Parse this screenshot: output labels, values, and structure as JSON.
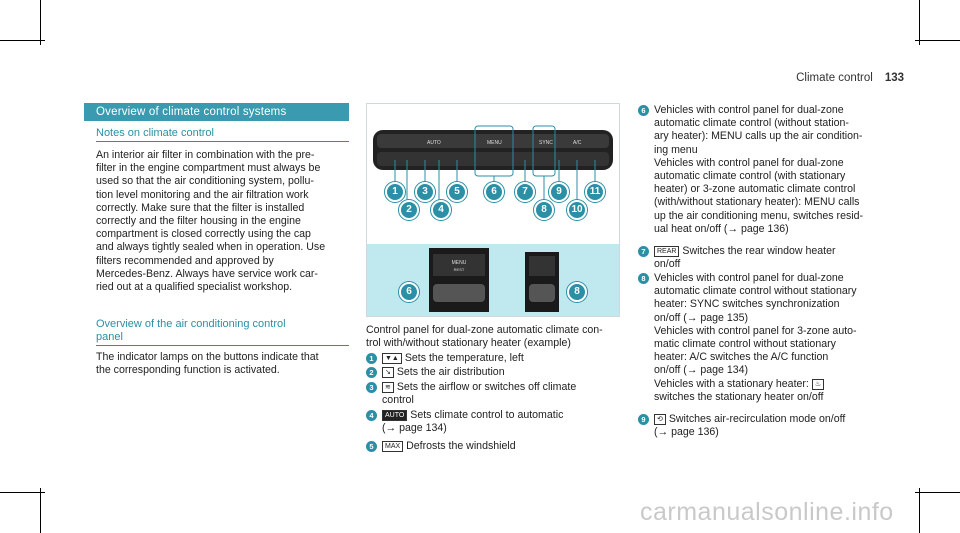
{
  "header": {
    "section": "Climate control",
    "page": "133"
  },
  "left": {
    "banner": "Overview of climate control systems",
    "notes_heading": "Notes on climate control",
    "notes_text": [
      "An interior air filter in combination with the pre-",
      "filter in the engine compartment must always be",
      "used so that the air conditioning system, pollu-",
      "tion level monitoring and the air filtration work",
      "correctly. Make sure that the filter is installed",
      "correctly and the filter housing in the engine",
      "compartment is closed correctly using the cap",
      "and always tightly sealed when in operation. Use",
      "filters recommended and approved by",
      "Mercedes-Benz. Always have service work car-",
      "ried out at a qualified specialist workshop."
    ],
    "overview_heading_line1": "Overview of the air conditioning control",
    "overview_heading_line2": "panel",
    "overview_text": [
      "The indicator lamps on the buttons indicate that",
      "the corresponding function is activated."
    ]
  },
  "figure": {
    "panel_labels": [
      "AUTO",
      "MENU",
      "SYNC",
      "A/C"
    ],
    "bottom_label_line1": "MENU",
    "bottom_label_line2": "REST",
    "callouts_top_row": [
      "1",
      "3",
      "5",
      "6",
      "7",
      "9",
      "11"
    ],
    "callouts_bottom_row": [
      "2",
      "4",
      "8",
      "10"
    ],
    "callouts_lower": [
      "6",
      "8"
    ]
  },
  "caption": {
    "lines": [
      "Control panel for dual-zone automatic climate con-",
      "trol with/without stationary heater (example)"
    ],
    "items": [
      {
        "num": "1",
        "lines": [
          "Sets the temperature, left"
        ]
      },
      {
        "num": "2",
        "lines": [
          "Sets the air distribution"
        ]
      },
      {
        "num": "3",
        "lines": [
          "Sets the airflow or switches off climate",
          "control"
        ]
      },
      {
        "num": "4",
        "lines": [
          "Sets climate control to automatic",
          "(→ page 134)"
        ]
      },
      {
        "num": "5",
        "lines": [
          "Defrosts the windshield"
        ]
      }
    ]
  },
  "right": {
    "items": [
      {
        "num": "6",
        "lines": [
          "Vehicles with control panel for dual-zone",
          "automatic climate control (without station-",
          "ary heater): MENU calls up the air condition-",
          "ing menu",
          "Vehicles with control panel for dual-zone",
          "automatic climate control (with stationary",
          "heater) or 3-zone automatic climate control",
          "(with/without stationary heater): MENU calls",
          "up the air conditioning menu, switches resid-",
          "ual heat on/off (→ page 136)"
        ]
      },
      {
        "num": "7",
        "lines": [
          "Switches the rear window heater",
          "on/off"
        ]
      },
      {
        "num": "8",
        "lines": [
          "Vehicles with control panel for dual-zone",
          "automatic climate control without stationary",
          "heater: SYNC switches synchronization",
          "on/off (→ page 135)",
          "Vehicles with control panel for 3-zone auto-",
          "matic climate control without stationary",
          "heater: A/C switches the A/C function",
          "on/off (→ page 134)",
          "Vehicles with a stationary heater:",
          "switches the stationary heater on/off"
        ]
      },
      {
        "num": "9",
        "lines": [
          "Switches air-recirculation mode on/off",
          "(→ page 136)"
        ]
      }
    ]
  },
  "watermark": "carmanualsonline.info"
}
